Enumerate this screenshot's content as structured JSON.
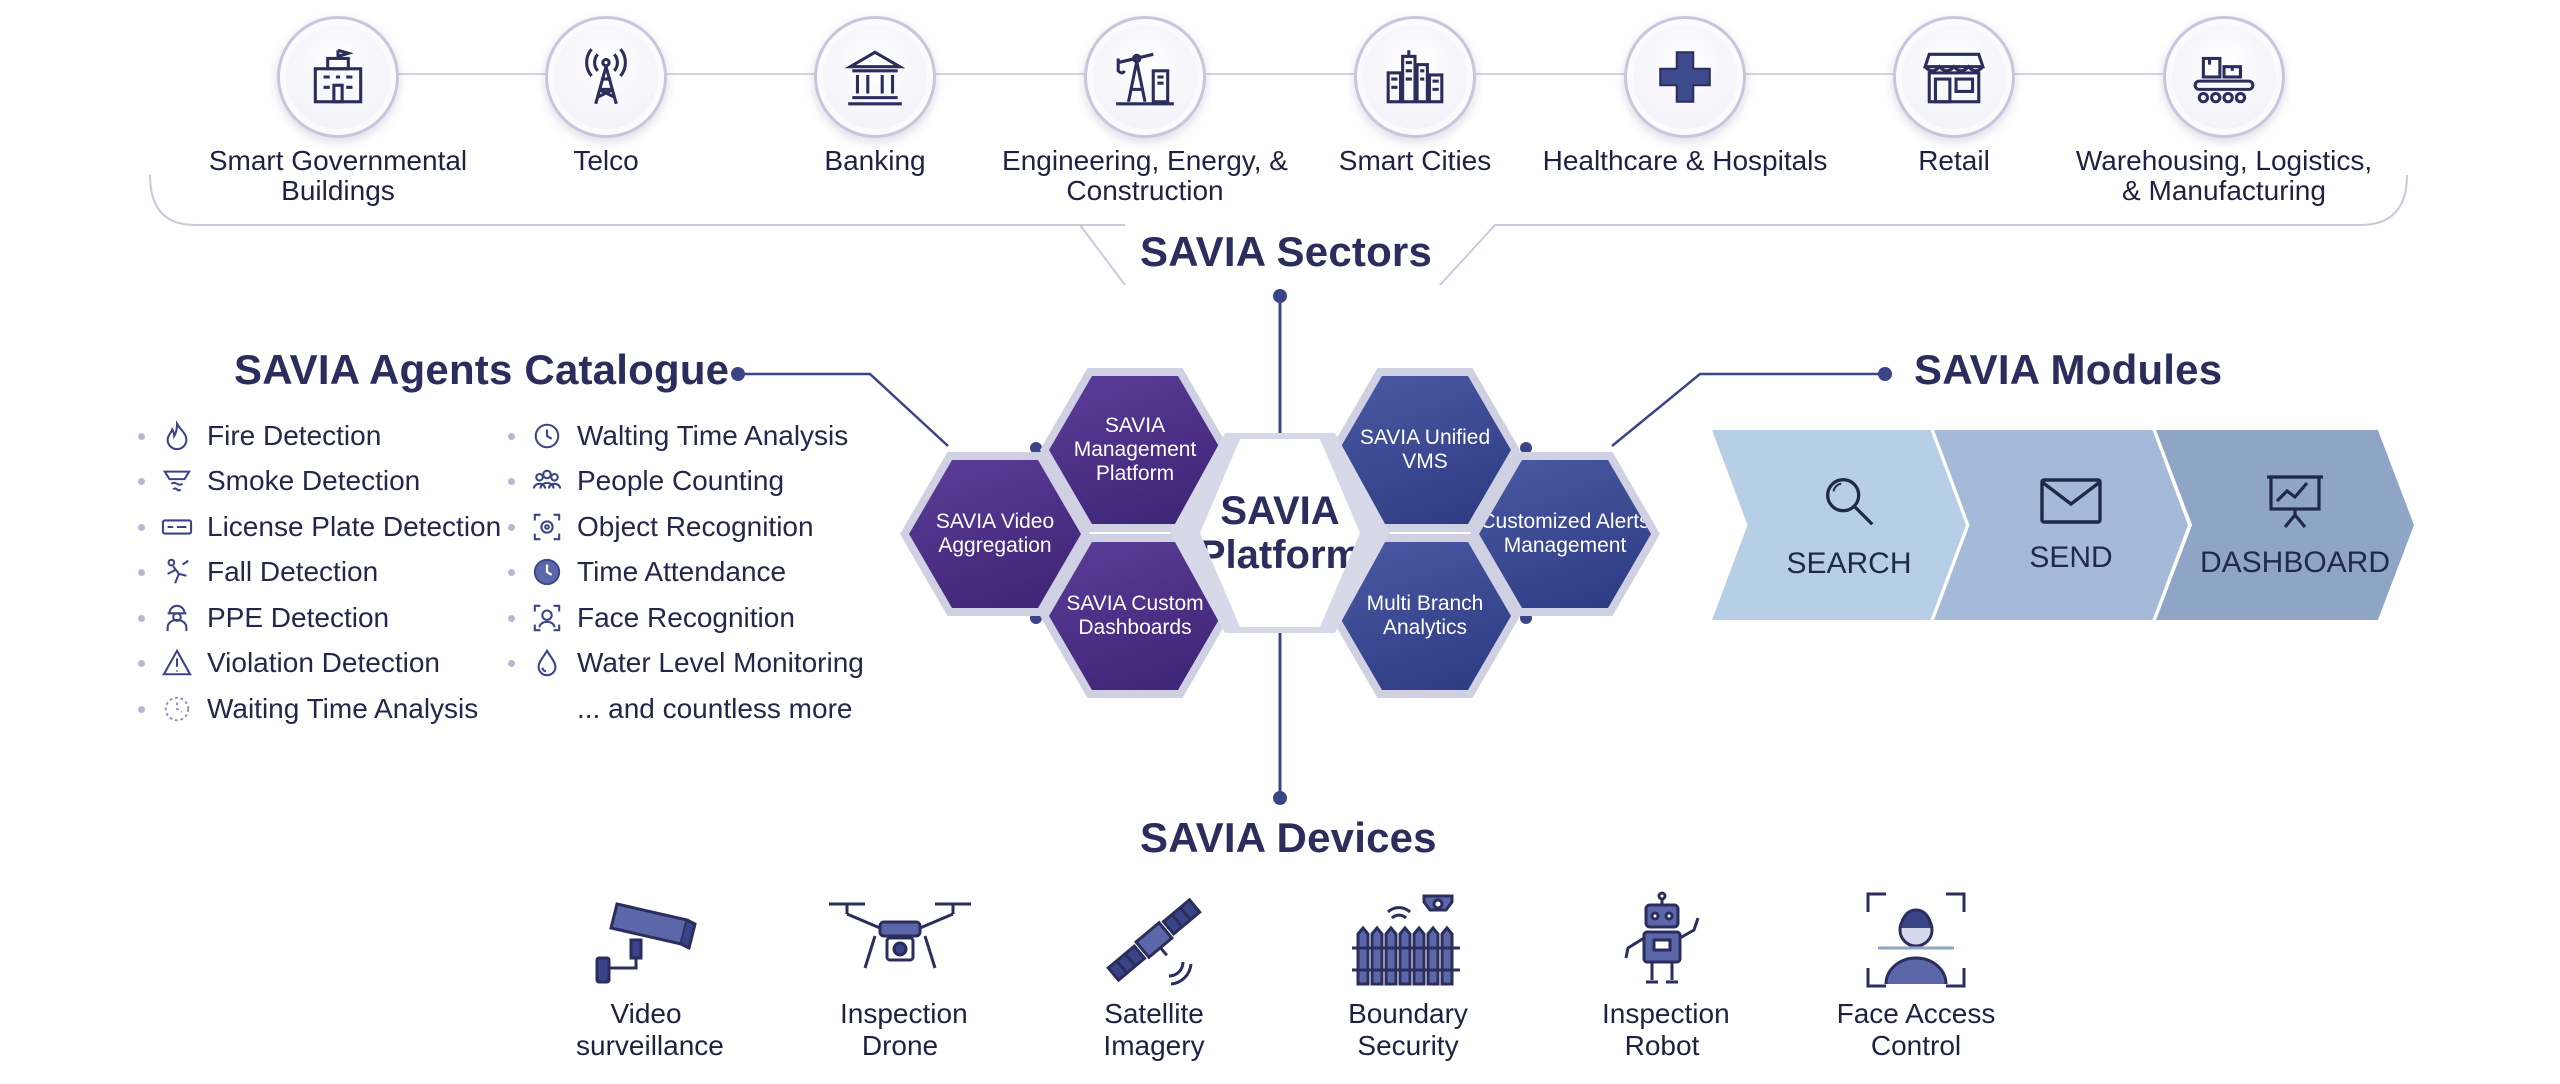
{
  "sectors": {
    "title": "SAVIA Sectors",
    "items": [
      {
        "label": "Smart Governmental Buildings",
        "icon": "government-building-icon"
      },
      {
        "label": "Telco",
        "icon": "telecom-tower-icon"
      },
      {
        "label": "Banking",
        "icon": "bank-icon"
      },
      {
        "label": "Engineering, Energy, & Construction",
        "icon": "oil-pump-icon"
      },
      {
        "label": "Smart Cities",
        "icon": "city-skyline-icon"
      },
      {
        "label": "Healthcare & Hospitals",
        "icon": "medical-cross-icon"
      },
      {
        "label": "Retail",
        "icon": "storefront-icon"
      },
      {
        "label": "Warehousing, Logistics, & Manufacturing",
        "icon": "conveyor-belt-icon"
      }
    ]
  },
  "agents": {
    "title": "SAVIA Agents Catalogue",
    "col1": [
      {
        "label": "Fire Detection",
        "icon": "flame-icon"
      },
      {
        "label": "Smoke Detection",
        "icon": "smoke-detector-icon"
      },
      {
        "label": "License Plate Detection",
        "icon": "license-plate-icon"
      },
      {
        "label": "Fall Detection",
        "icon": "falling-person-icon"
      },
      {
        "label": "PPE Detection",
        "icon": "worker-helmet-icon"
      },
      {
        "label": "Violation Detection",
        "icon": "warning-triangle-icon"
      },
      {
        "label": "Waiting Time Analysis",
        "icon": "waiting-dots-icon"
      }
    ],
    "col2": [
      {
        "label": "Walting Time Analysis",
        "icon": "clock-icon"
      },
      {
        "label": "People Counting",
        "icon": "people-group-icon"
      },
      {
        "label": "Object Recognition",
        "icon": "object-scan-icon"
      },
      {
        "label": "Time Attendance",
        "icon": "clock-filled-icon"
      },
      {
        "label": "Face Recognition",
        "icon": "face-scan-icon"
      },
      {
        "label": "Water Level Monitoring",
        "icon": "water-drop-icon"
      },
      {
        "label": "... and countless more",
        "icon": ""
      }
    ]
  },
  "platform": {
    "center": "SAVIA Platform",
    "hexes": [
      {
        "label": "SAVIA Video Aggregation"
      },
      {
        "label": "SAVIA Management Platform"
      },
      {
        "label": "SAVIA Custom Dashboards"
      },
      {
        "label": "SAVIA Unified VMS"
      },
      {
        "label": "Customized Alerts Management"
      },
      {
        "label": "Multi Branch Analytics"
      }
    ]
  },
  "modules": {
    "title": "SAVIA Modules",
    "items": [
      {
        "label": "SEARCH",
        "icon": "magnifier-icon",
        "color": "#b6cfe6"
      },
      {
        "label": "SEND",
        "icon": "envelope-icon",
        "color": "#a5b9d8"
      },
      {
        "label": "DASHBOARD",
        "icon": "presentation-board-icon",
        "color": "#8ea5c6"
      }
    ]
  },
  "devices": {
    "title": "SAVIA Devices",
    "items": [
      {
        "label": "Video surveillance",
        "icon": "cctv-camera-icon"
      },
      {
        "label": "Inspection Drone",
        "icon": "drone-icon"
      },
      {
        "label": "Satellite Imagery",
        "icon": "satellite-icon"
      },
      {
        "label": "Boundary Security",
        "icon": "fence-camera-icon"
      },
      {
        "label": "Inspection Robot",
        "icon": "robot-icon"
      },
      {
        "label": "Face Access Control",
        "icon": "face-access-icon"
      }
    ]
  },
  "colors": {
    "navy": "#2b2d5c",
    "purple": "#4a2f86",
    "blue": "#34418c",
    "line": "#3a4486"
  }
}
